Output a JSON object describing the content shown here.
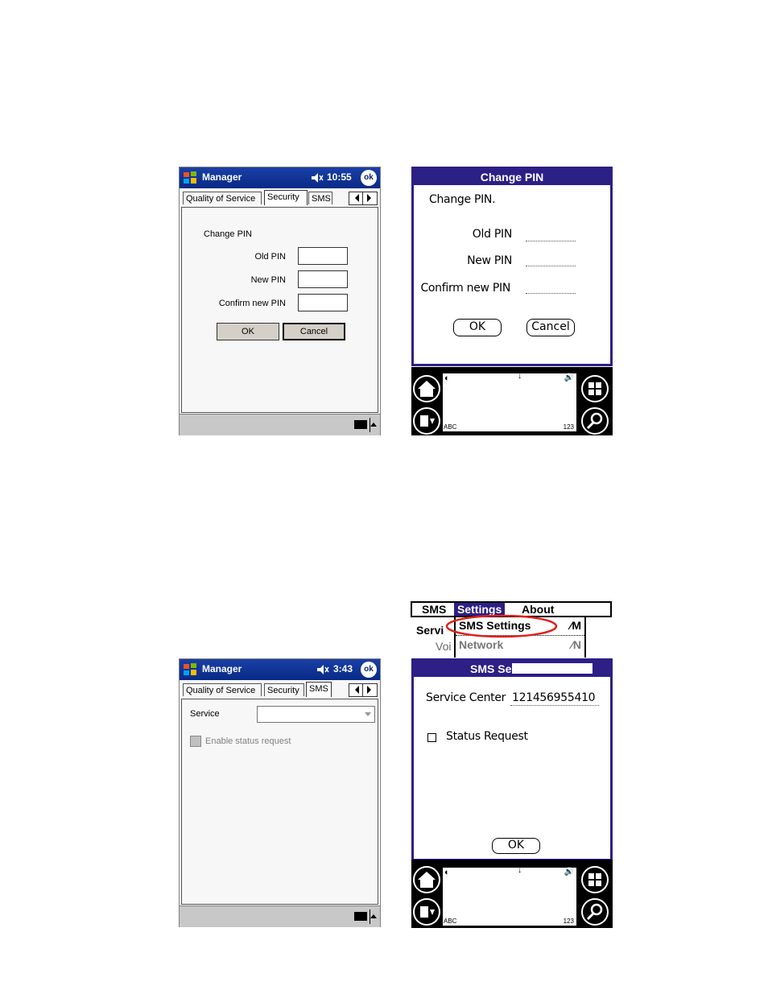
{
  "screen1": {
    "app_title": "Manager",
    "time": "10:55",
    "ok": "ok",
    "tabs": [
      "Quality of Service",
      "Security",
      "SMS"
    ],
    "heading": "Change PIN",
    "fields": [
      "Old PIN",
      "New PIN",
      "Confirm new PIN"
    ],
    "ok_button": "OK",
    "cancel_button": "Cancel"
  },
  "screen2": {
    "title": "Change PIN",
    "heading": "Change PIN.",
    "fields": [
      "Old PIN",
      "New PIN",
      "Confirm new PIN"
    ],
    "ok_button": "OK",
    "cancel_button": "Cancel"
  },
  "screen3": {
    "app_title": "Manager",
    "time": "3:43",
    "ok": "ok",
    "tabs": [
      "Quality of Service",
      "Security",
      "SMS"
    ],
    "service_label": "Service",
    "service_value": "",
    "checkbox_label": "Enable status request"
  },
  "screen4": {
    "menu": [
      "SMS",
      "Settings",
      "About"
    ],
    "menu_items": [
      {
        "label": "SMS Settings",
        "shortcut": "∕M"
      },
      {
        "label": "Network",
        "shortcut": "∕N"
      }
    ],
    "behind_text": [
      "Servi",
      "Voi"
    ],
    "title": "SMS Se",
    "service_center_label": "Service Center",
    "service_center_value": "121456955410",
    "status_label": "Status Request",
    "ok_button": "OK"
  },
  "graffiti": {
    "abc": "ABC",
    "nums": "123"
  }
}
